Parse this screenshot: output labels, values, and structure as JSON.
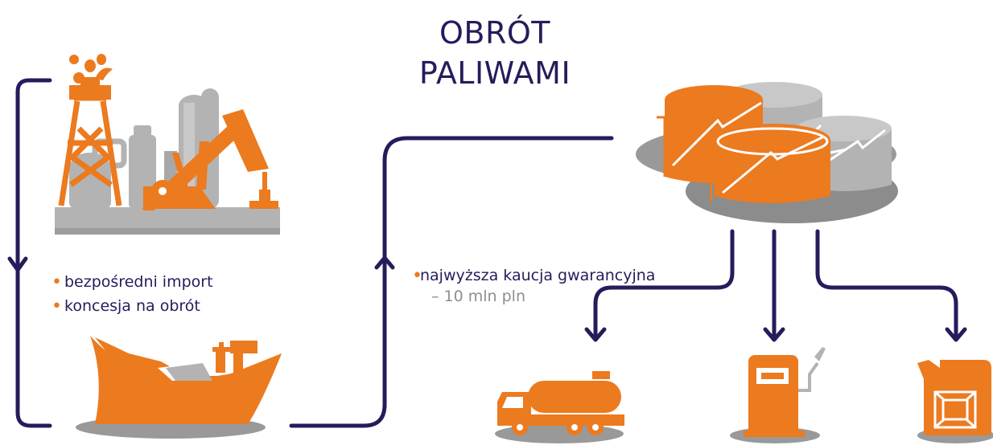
{
  "title": {
    "line1": "OBRÓT",
    "line2": "PALIWAMI"
  },
  "left_bullets": [
    "bezpośredni import",
    "koncesja na obrót"
  ],
  "middle_bullet": {
    "line1": "najwyższa kaucja gwarancyjna",
    "line2": "– 10 mln pln"
  },
  "colors": {
    "navy": "#251c5c",
    "orange": "#ec7a1f",
    "grey": "#b3b3b3",
    "dark_grey": "#8c8c8c"
  },
  "icons": [
    "oil-production-icon",
    "tanker-ship-icon",
    "storage-tanks-icon",
    "tanker-truck-icon",
    "fuel-pump-icon",
    "jerrycan-icon"
  ]
}
